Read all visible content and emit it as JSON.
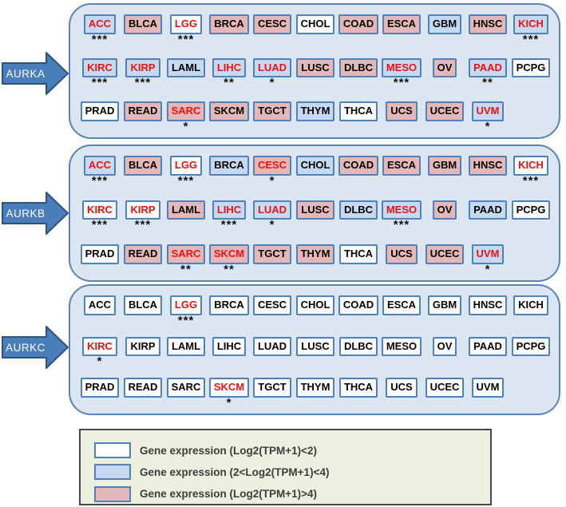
{
  "colors": {
    "panel_bg": "#dce6f2",
    "panel_border": "#5b83b5",
    "box_white": "#ffffff",
    "box_blue": "#c6d9f0",
    "box_pink": "#e5b8b7",
    "box_border": "#4f81bd",
    "red_text": "#ee1111",
    "arrow_fill": "#4a7ebb",
    "arrow_stroke": "#2d5380",
    "legend_bg": "#edefdf",
    "legend_border": "#474747",
    "legend_text": "#3d3d3d"
  },
  "panels": [
    {
      "gene": "AURKA",
      "rows": [
        [
          {
            "label": "ACC",
            "fill": "blue",
            "text": "red",
            "sig": "***"
          },
          {
            "label": "BLCA",
            "fill": "pink",
            "text": "black",
            "sig": ""
          },
          {
            "label": "LGG",
            "fill": "white",
            "text": "red",
            "sig": "***"
          },
          {
            "label": "BRCA",
            "fill": "pink",
            "text": "black",
            "sig": ""
          },
          {
            "label": "CESC",
            "fill": "pink",
            "text": "black",
            "sig": ""
          },
          {
            "label": "CHOL",
            "fill": "white",
            "text": "black",
            "sig": ""
          },
          {
            "label": "COAD",
            "fill": "pink",
            "text": "black",
            "sig": ""
          },
          {
            "label": "ESCA",
            "fill": "pink",
            "text": "black",
            "sig": ""
          },
          {
            "label": "GBM",
            "fill": "blue",
            "text": "black",
            "sig": ""
          },
          {
            "label": "HNSC",
            "fill": "pink",
            "text": "black",
            "sig": ""
          },
          {
            "label": "KICH",
            "fill": "blue",
            "text": "red",
            "sig": "***"
          }
        ],
        [
          {
            "label": "KIRC",
            "fill": "blue",
            "text": "red",
            "sig": "***"
          },
          {
            "label": "KIRP",
            "fill": "blue",
            "text": "red",
            "sig": "***"
          },
          {
            "label": "LAML",
            "fill": "blue",
            "text": "black",
            "sig": ""
          },
          {
            "label": "LIHC",
            "fill": "blue",
            "text": "red",
            "sig": "**"
          },
          {
            "label": "LUAD",
            "fill": "blue",
            "text": "red",
            "sig": "*"
          },
          {
            "label": "LUSC",
            "fill": "pink",
            "text": "black",
            "sig": ""
          },
          {
            "label": "DLBC",
            "fill": "pink",
            "text": "black",
            "sig": ""
          },
          {
            "label": "MESO",
            "fill": "blue",
            "text": "red",
            "sig": "***"
          },
          {
            "label": "OV",
            "fill": "pink",
            "text": "black",
            "sig": ""
          },
          {
            "label": "PAAD",
            "fill": "blue",
            "text": "red",
            "sig": "**"
          },
          {
            "label": "PCPG",
            "fill": "white",
            "text": "black",
            "sig": ""
          }
        ],
        [
          {
            "label": "PRAD",
            "fill": "white",
            "text": "black",
            "sig": ""
          },
          {
            "label": "READ",
            "fill": "pink",
            "text": "black",
            "sig": ""
          },
          {
            "label": "SARC",
            "fill": "pink",
            "text": "red",
            "sig": "*"
          },
          {
            "label": "SKCM",
            "fill": "pink",
            "text": "black",
            "sig": ""
          },
          {
            "label": "TGCT",
            "fill": "pink",
            "text": "black",
            "sig": ""
          },
          {
            "label": "THYM",
            "fill": "blue",
            "text": "black",
            "sig": ""
          },
          {
            "label": "THCA",
            "fill": "white",
            "text": "black",
            "sig": ""
          },
          {
            "label": "UCS",
            "fill": "pink",
            "text": "black",
            "sig": ""
          },
          {
            "label": "UCEC",
            "fill": "pink",
            "text": "black",
            "sig": ""
          },
          {
            "label": "UVM",
            "fill": "blue",
            "text": "red",
            "sig": "*"
          }
        ]
      ]
    },
    {
      "gene": "AURKB",
      "rows": [
        [
          {
            "label": "ACC",
            "fill": "blue",
            "text": "red",
            "sig": "***"
          },
          {
            "label": "BLCA",
            "fill": "pink",
            "text": "black",
            "sig": ""
          },
          {
            "label": "LGG",
            "fill": "white",
            "text": "red",
            "sig": "***"
          },
          {
            "label": "BRCA",
            "fill": "blue",
            "text": "black",
            "sig": ""
          },
          {
            "label": "CESC",
            "fill": "pink",
            "text": "red",
            "sig": "*"
          },
          {
            "label": "CHOL",
            "fill": "blue",
            "text": "black",
            "sig": ""
          },
          {
            "label": "COAD",
            "fill": "pink",
            "text": "black",
            "sig": ""
          },
          {
            "label": "ESCA",
            "fill": "pink",
            "text": "black",
            "sig": ""
          },
          {
            "label": "GBM",
            "fill": "pink",
            "text": "black",
            "sig": ""
          },
          {
            "label": "HNSC",
            "fill": "pink",
            "text": "black",
            "sig": ""
          },
          {
            "label": "KICH",
            "fill": "white",
            "text": "red",
            "sig": "***"
          }
        ],
        [
          {
            "label": "KIRC",
            "fill": "white",
            "text": "red",
            "sig": "***"
          },
          {
            "label": "KIRP",
            "fill": "white",
            "text": "red",
            "sig": "***"
          },
          {
            "label": "LAML",
            "fill": "pink",
            "text": "black",
            "sig": ""
          },
          {
            "label": "LIHC",
            "fill": "blue",
            "text": "red",
            "sig": "***"
          },
          {
            "label": "LUAD",
            "fill": "blue",
            "text": "red",
            "sig": "*"
          },
          {
            "label": "LUSC",
            "fill": "pink",
            "text": "black",
            "sig": ""
          },
          {
            "label": "DLBC",
            "fill": "blue",
            "text": "black",
            "sig": ""
          },
          {
            "label": "MESO",
            "fill": "blue",
            "text": "red",
            "sig": "***"
          },
          {
            "label": "OV",
            "fill": "pink",
            "text": "black",
            "sig": ""
          },
          {
            "label": "PAAD",
            "fill": "blue",
            "text": "black",
            "sig": ""
          },
          {
            "label": "PCPG",
            "fill": "white",
            "text": "black",
            "sig": ""
          }
        ],
        [
          {
            "label": "PRAD",
            "fill": "white",
            "text": "black",
            "sig": ""
          },
          {
            "label": "READ",
            "fill": "pink",
            "text": "black",
            "sig": ""
          },
          {
            "label": "SARC",
            "fill": "pink",
            "text": "red",
            "sig": "**"
          },
          {
            "label": "SKCM",
            "fill": "pink",
            "text": "red",
            "sig": "**"
          },
          {
            "label": "TGCT",
            "fill": "pink",
            "text": "black",
            "sig": ""
          },
          {
            "label": "THYM",
            "fill": "pink",
            "text": "black",
            "sig": ""
          },
          {
            "label": "THCA",
            "fill": "white",
            "text": "black",
            "sig": ""
          },
          {
            "label": "UCS",
            "fill": "pink",
            "text": "black",
            "sig": ""
          },
          {
            "label": "UCEC",
            "fill": "pink",
            "text": "black",
            "sig": ""
          },
          {
            "label": "UVM",
            "fill": "blue",
            "text": "red",
            "sig": "*"
          }
        ]
      ]
    },
    {
      "gene": "AURKC",
      "rows": [
        [
          {
            "label": "ACC",
            "fill": "white",
            "text": "black",
            "sig": ""
          },
          {
            "label": "BLCA",
            "fill": "white",
            "text": "black",
            "sig": ""
          },
          {
            "label": "LGG",
            "fill": "white",
            "text": "red",
            "sig": "***"
          },
          {
            "label": "BRCA",
            "fill": "white",
            "text": "black",
            "sig": ""
          },
          {
            "label": "CESC",
            "fill": "white",
            "text": "black",
            "sig": ""
          },
          {
            "label": "CHOL",
            "fill": "white",
            "text": "black",
            "sig": ""
          },
          {
            "label": "COAD",
            "fill": "white",
            "text": "black",
            "sig": ""
          },
          {
            "label": "ESCA",
            "fill": "white",
            "text": "black",
            "sig": ""
          },
          {
            "label": "GBM",
            "fill": "white",
            "text": "black",
            "sig": ""
          },
          {
            "label": "HNSC",
            "fill": "white",
            "text": "black",
            "sig": ""
          },
          {
            "label": "KICH",
            "fill": "white",
            "text": "black",
            "sig": ""
          }
        ],
        [
          {
            "label": "KIRC",
            "fill": "white",
            "text": "red",
            "sig": "*"
          },
          {
            "label": "KIRP",
            "fill": "white",
            "text": "black",
            "sig": ""
          },
          {
            "label": "LAML",
            "fill": "white",
            "text": "black",
            "sig": ""
          },
          {
            "label": "LIHC",
            "fill": "white",
            "text": "black",
            "sig": ""
          },
          {
            "label": "LUAD",
            "fill": "white",
            "text": "black",
            "sig": ""
          },
          {
            "label": "LUSC",
            "fill": "white",
            "text": "black",
            "sig": ""
          },
          {
            "label": "DLBC",
            "fill": "white",
            "text": "black",
            "sig": ""
          },
          {
            "label": "MESO",
            "fill": "white",
            "text": "black",
            "sig": ""
          },
          {
            "label": "OV",
            "fill": "white",
            "text": "black",
            "sig": ""
          },
          {
            "label": "PAAD",
            "fill": "white",
            "text": "black",
            "sig": ""
          },
          {
            "label": "PCPG",
            "fill": "white",
            "text": "black",
            "sig": ""
          }
        ],
        [
          {
            "label": "PRAD",
            "fill": "white",
            "text": "black",
            "sig": ""
          },
          {
            "label": "READ",
            "fill": "white",
            "text": "black",
            "sig": ""
          },
          {
            "label": "SARC",
            "fill": "white",
            "text": "black",
            "sig": ""
          },
          {
            "label": "SKCM",
            "fill": "white",
            "text": "red",
            "sig": "*"
          },
          {
            "label": "TGCT",
            "fill": "white",
            "text": "black",
            "sig": ""
          },
          {
            "label": "THYM",
            "fill": "white",
            "text": "black",
            "sig": ""
          },
          {
            "label": "THCA",
            "fill": "white",
            "text": "black",
            "sig": ""
          },
          {
            "label": "UCS",
            "fill": "white",
            "text": "black",
            "sig": ""
          },
          {
            "label": "UCEC",
            "fill": "white",
            "text": "black",
            "sig": ""
          },
          {
            "label": "UVM",
            "fill": "white",
            "text": "black",
            "sig": ""
          }
        ]
      ]
    }
  ],
  "legend": {
    "items": [
      {
        "swatch": "white",
        "label": "Gene expression (Log2(TPM+1)<2)"
      },
      {
        "swatch": "blue",
        "label": "Gene expression (2<Log2(TPM+1)<4)"
      },
      {
        "swatch": "pink",
        "label": "Gene expression (Log2(TPM+1)>4)"
      }
    ]
  }
}
